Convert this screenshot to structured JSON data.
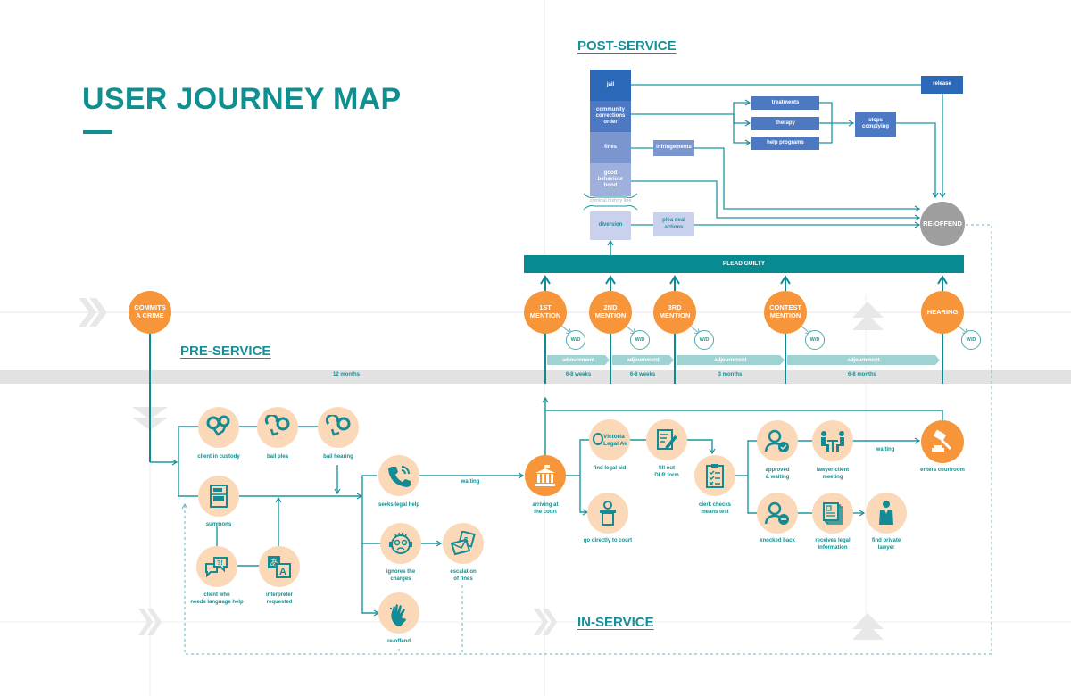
{
  "title": "USER JOURNEY MAP",
  "phases": {
    "post_service": "POST-SERVICE",
    "pre_service": "PRE-SERVICE",
    "in_service": "IN-SERVICE"
  },
  "colors": {
    "teal": "#0f8f8f",
    "dark_teal_bar": "#078a92",
    "orange": "#f6953a",
    "peach": "#fbd9b8",
    "reoffend_gray": "#9e9e9e",
    "dark_blue": "#2b68b8",
    "mid_blue": "#4d79c2",
    "light_blue": "#7b95cf",
    "pale_blue": "#c9d1ec",
    "adjournment": "#9fd3d3",
    "timeline_band": "#e2e2e2"
  },
  "milestones": {
    "commits_crime": "COMMITS A CRIME",
    "first_mention": "1ST MENTION",
    "second_mention": "2ND MENTION",
    "third_mention": "3RD MENTION",
    "contest_mention": "CONTEST MENTION",
    "hearing": "HEARING",
    "withdrawn": "W/D"
  },
  "plead_guilty": "PLEAD GUILTY",
  "re_offend": "RE-OFFEND",
  "sentences": {
    "jail": "jail",
    "cco": "community corrections order",
    "fines": "fines",
    "good_behaviour": "good behaviour bond",
    "criminal_history_line": "criminal history line",
    "diversion": "diversion"
  },
  "outcomes": {
    "infringements": "infringements",
    "plea_deal": "plea deal actions",
    "treatments": "treatments",
    "therapy": "therapy",
    "help_programs": "help programs",
    "stops_complying": "stops complying",
    "release": "release"
  },
  "timeline": {
    "adjournment": "adjournment",
    "durations": [
      "12 months",
      "6-8 weeks",
      "6-8 weeks",
      "3 months",
      "6-8 months"
    ]
  },
  "pre_service_steps": {
    "client_in_custody": "client in custody",
    "bail_plea": "bail plea",
    "bail_hearing": "bail hearing",
    "summons": "summons",
    "language_help": "client who needs language help",
    "interpreter": "interpreter requested",
    "seeks_legal_help": "seeks legal help",
    "ignores_charges": "ignores the charges",
    "escalation_fines": "escalation of fines",
    "re_offend": "re-offend",
    "waiting": "waiting"
  },
  "in_service_steps": {
    "arriving_court": "arriving at the court",
    "find_legal_aid": "find legal aid",
    "legal_aid_logo": "Victoria Legal Aid",
    "fill_dlr": "fill out DLR form",
    "clerk_checks": "clerk checks means test",
    "go_directly": "go directly to court",
    "approved_waiting": "approved & waiting",
    "lawyer_meeting": "lawyer-client meeting",
    "waiting": "waiting",
    "enters_courtroom": "enters courtroom",
    "knocked_back": "knocked back",
    "receives_info": "receives legal information",
    "private_lawyer": "find private lawyer"
  }
}
